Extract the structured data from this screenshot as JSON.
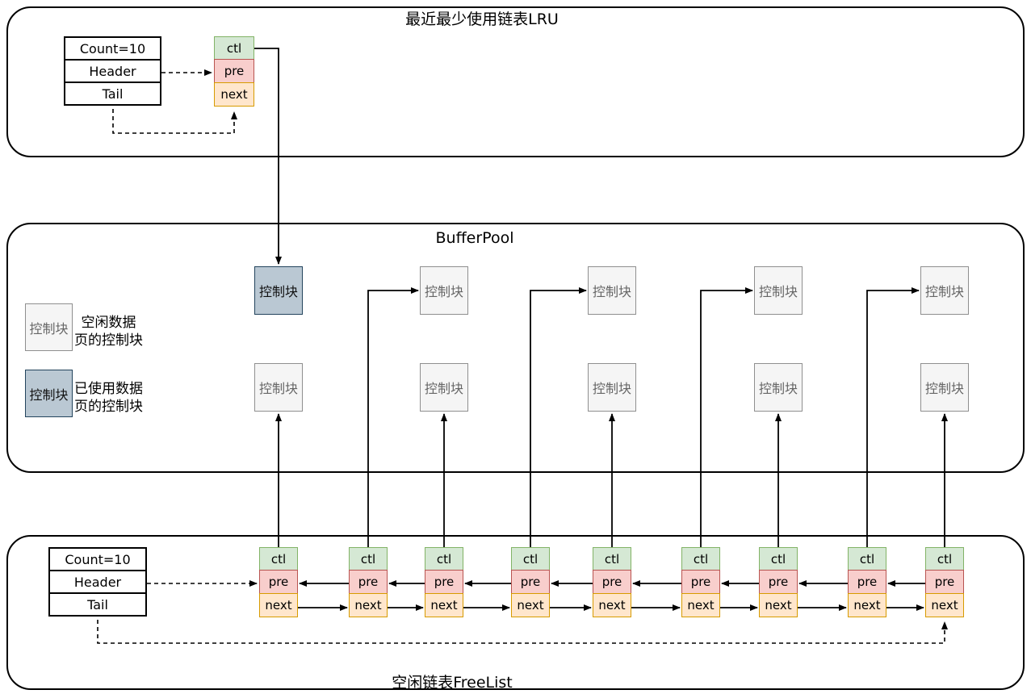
{
  "lru": {
    "title": "最近最少使用链表LRU",
    "list_head": {
      "rows": [
        "Count=10",
        "Header",
        "Tail"
      ]
    },
    "node": {
      "cells": [
        "ctl",
        "pre",
        "next"
      ]
    }
  },
  "bufferpool": {
    "title": "BufferPool",
    "block_label": "控制块",
    "legend": [
      {
        "state": "free",
        "lines": [
          "空闲数据",
          "页的控制块"
        ]
      },
      {
        "state": "used",
        "lines": [
          "已使用数据",
          "页的控制块"
        ]
      }
    ],
    "rows": {
      "top": [
        "used",
        "free",
        "free",
        "free",
        "free"
      ],
      "bottom": [
        "free",
        "free",
        "free",
        "free",
        "free"
      ]
    }
  },
  "freelist": {
    "title": "空闲链表FreeList",
    "list_head": {
      "rows": [
        "Count=10",
        "Header",
        "Tail"
      ]
    },
    "node_cells": [
      "ctl",
      "pre",
      "next"
    ],
    "node_count": 9
  },
  "colors": {
    "ctl_fill": "#d5e8d4",
    "ctl_border": "#82b366",
    "pre_fill": "#f8cecc",
    "pre_border": "#b85450",
    "next_fill": "#ffe6cc",
    "next_border": "#d79b00",
    "free_fill": "#f5f5f5",
    "free_border": "#8f8f8f",
    "used_fill": "#bac8d3",
    "used_border": "#23445d",
    "line": "#000000"
  }
}
